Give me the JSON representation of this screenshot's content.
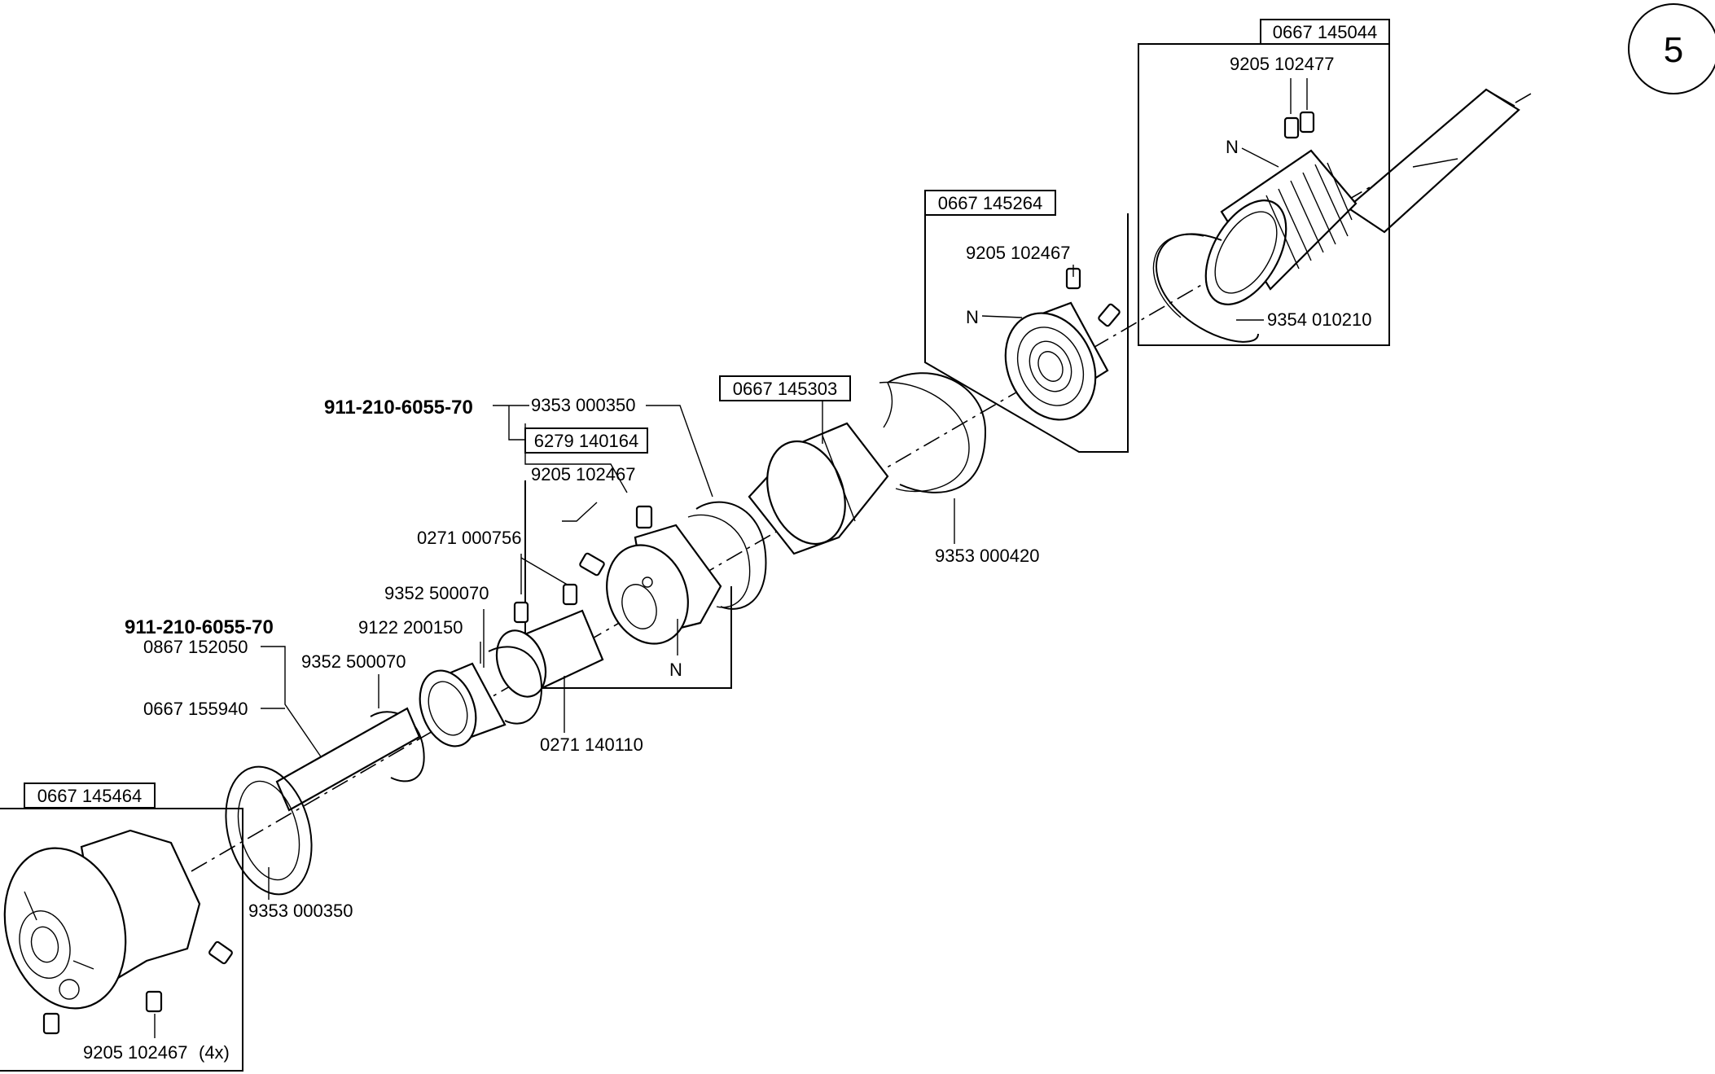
{
  "page_number": "5",
  "labels": {
    "top_box_id": "0667 145044",
    "screw_top": "9205 102477",
    "n_top": "N",
    "ring_top": "9354 010210",
    "bearing_box_id": "0667 145264",
    "screw_bearing": "9205 102467",
    "n_bearing": "N",
    "ring_mid": "9353 000420",
    "sleeve_box_id": "0667 145303",
    "assembly_bold_1": "911-210-6055-70",
    "ring_350_a": "9353 000350",
    "collar_box_id": "6279 140164",
    "screw_collar": "9205 102467",
    "n_collar": "N",
    "pin_0271": "0271 000756",
    "ring_9352_a": "9352 500070",
    "assembly_bold_2": "911-210-6055-70",
    "part_9122": "9122 200150",
    "part_0867": "0867 152050",
    "ring_9352_b": "9352 500070",
    "shaft_0667": "0667 155940",
    "sleeve_0271": "0271 140110",
    "hub_box_id": "0667 145464",
    "ring_350_b": "9353 000350",
    "screw_hub": "9205 102467",
    "qty_hub": "(4x)"
  }
}
